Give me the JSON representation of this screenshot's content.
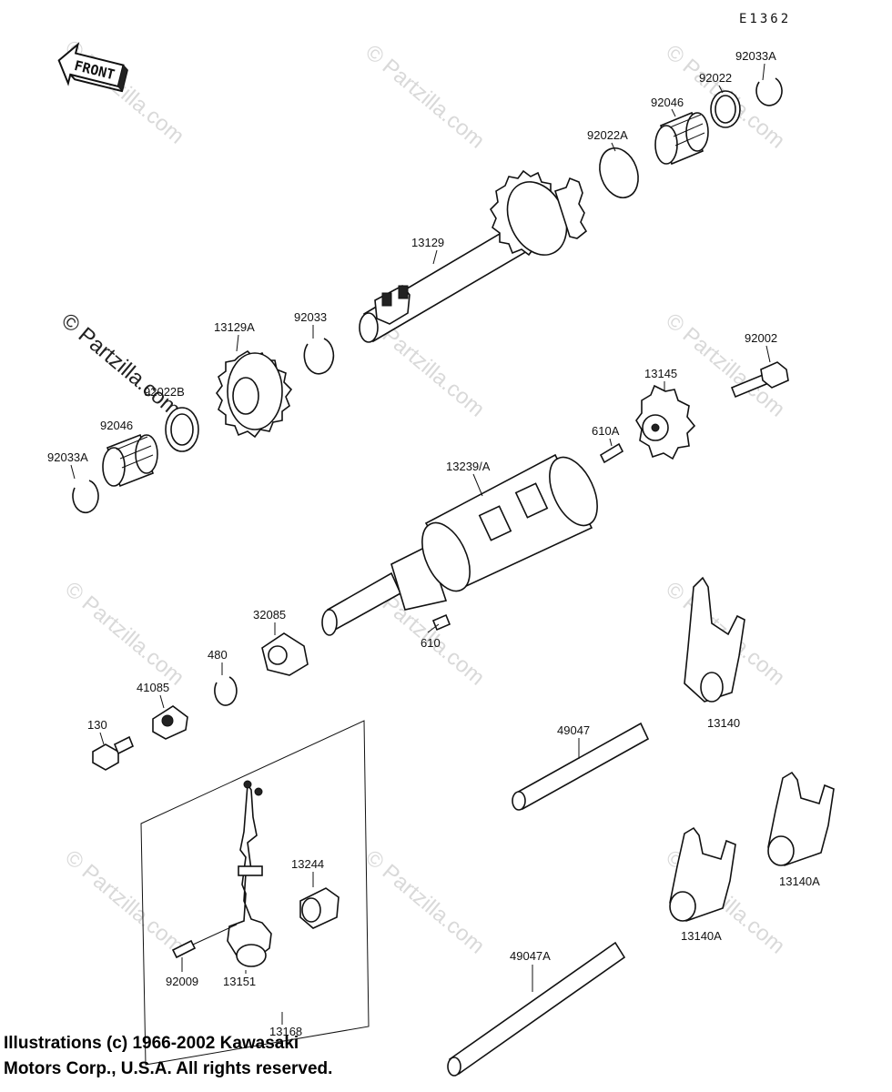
{
  "diagram_code": "E1362",
  "front_label": "FRONT",
  "watermark": "© Partzilla.com",
  "parts": {
    "p92033A_top": "92033A",
    "p92022": "92022",
    "p92046_top": "92046",
    "p92022A": "92022A",
    "p13129": "13129",
    "p13129A": "13129A",
    "p92033": "92033",
    "p92022B": "92022B",
    "p92046_left": "92046",
    "p92033A_left": "92033A",
    "p92002": "92002",
    "p13145": "13145",
    "p610A": "610A",
    "p13239A": "13239/A",
    "p32085": "32085",
    "p610": "610",
    "p480": "480",
    "p41085": "41085",
    "p130": "130",
    "p13140": "13140",
    "p49047": "49047",
    "p13244": "13244",
    "p13140A_right": "13140A",
    "p13140A_left": "13140A",
    "p92009": "92009",
    "p13151": "13151",
    "p49047A": "49047A",
    "p13168": "13168"
  },
  "copyright": {
    "line1": "Illustrations (c) 1966-2002 Kawasaki",
    "line2": "Motors Corp., U.S.A.  All rights reserved."
  }
}
